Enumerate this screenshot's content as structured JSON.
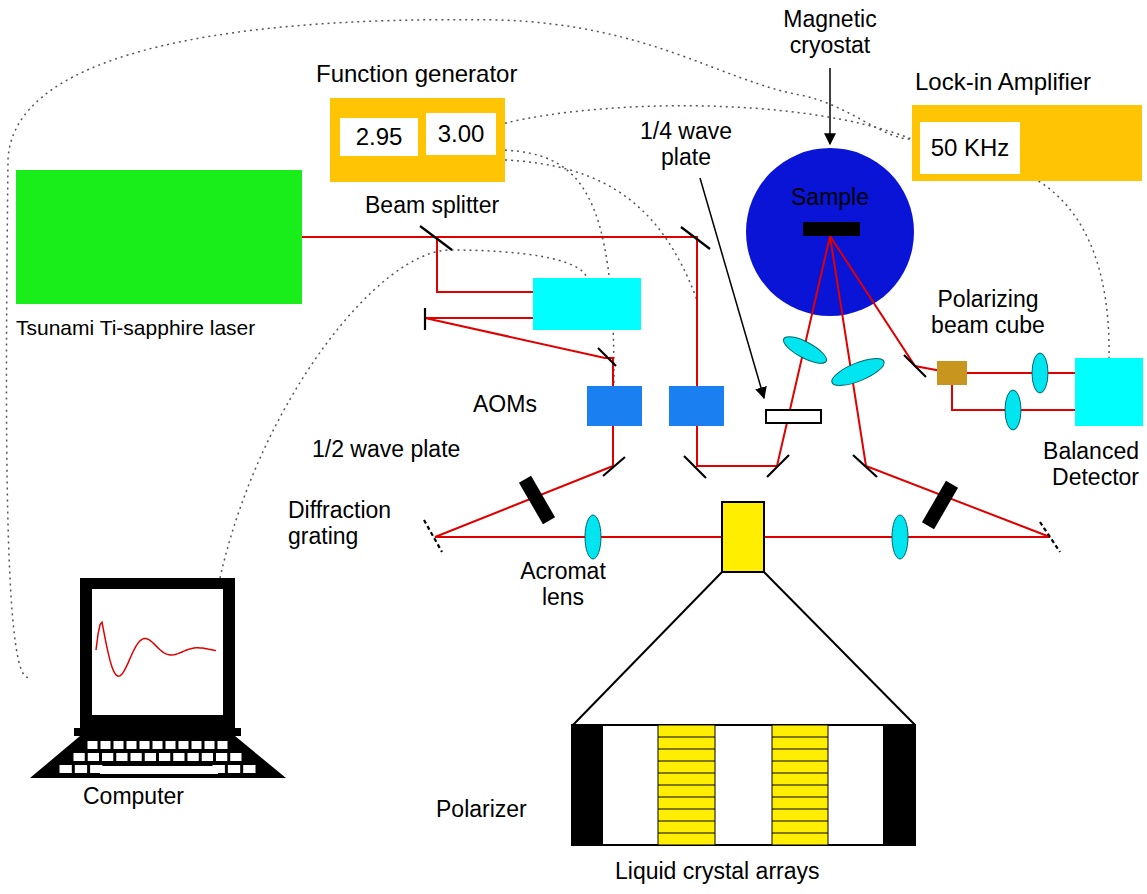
{
  "diagram": {
    "nodes": [
      {
        "text": [
          "Function generator"
        ]
      },
      {
        "text": [
          "2.95"
        ],
        "in": 0
      },
      {
        "text": [
          "3.00"
        ],
        "in": 0
      },
      {
        "text": [
          "Magnetic cryostat",
          "Sample"
        ]
      },
      {
        "text": [
          "Lock-in Amplifier"
        ]
      },
      {
        "text": [
          "50 KHz"
        ],
        "in": 4
      },
      {
        "text": [
          "Tsunami Ti-sapphire laser"
        ]
      },
      {
        "text": [
          "Balanced Detector"
        ]
      },
      {
        "text": [
          "Computer"
        ]
      }
    ],
    "edges": [
      {
        "from": 8,
        "to": 4,
        "arrow": "none"
      },
      {
        "from": 0,
        "to": 4,
        "arrow": "none"
      },
      {
        "from": 4,
        "to": 7,
        "arrow": "none"
      }
    ],
    "labels": [
      "Beam splitter",
      "1/4 wave plate",
      "AOMs",
      "1/2 wave plate",
      "Diffraction grating",
      "Acromat lens",
      "Polarizing beam cube",
      "Polarizer",
      "Liquid crystal arrays"
    ]
  }
}
